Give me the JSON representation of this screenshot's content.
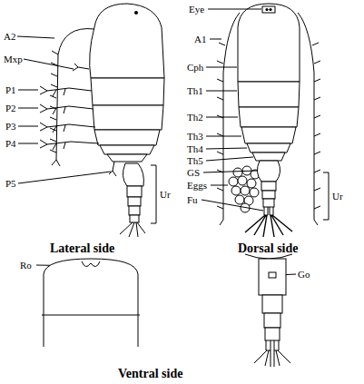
{
  "diagram": {
    "labels": [
      "Eye",
      "A2",
      "A1",
      "Mxp",
      "Cph",
      "Th1",
      "P1",
      "P2",
      "Th2",
      "P3",
      "Th3",
      "P4",
      "Th4",
      "Th5",
      "P5",
      "GS",
      "Eggs",
      "Fu",
      "Ur",
      "Ur",
      "Lateral side",
      "Dorsal side",
      "Ro",
      "Go",
      "Ventral side"
    ]
  }
}
